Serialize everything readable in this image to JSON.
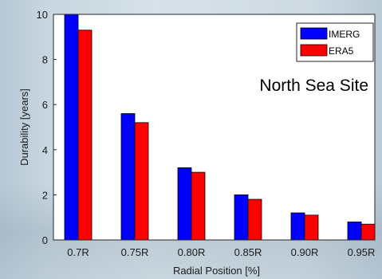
{
  "chart_data": {
    "type": "bar",
    "categories": [
      "0.7R",
      "0.75R",
      "0.80R",
      "0.85R",
      "0.90R",
      "0.95R"
    ],
    "series": [
      {
        "name": "IMERG",
        "color": "#0000ff",
        "values": [
          10.0,
          5.6,
          3.2,
          2.0,
          1.2,
          0.8
        ]
      },
      {
        "name": "ERA5",
        "color": "#ff0000",
        "values": [
          9.3,
          5.2,
          3.0,
          1.8,
          1.1,
          0.7
        ]
      }
    ],
    "title": "",
    "annotation": "North Sea Site",
    "xlabel": "Radial Position [%]",
    "ylabel": "Durability [years]",
    "ylim": [
      0,
      10
    ],
    "yticks": [
      0,
      2,
      4,
      6,
      8,
      10
    ],
    "legend_position": "top-right",
    "grid": false
  }
}
